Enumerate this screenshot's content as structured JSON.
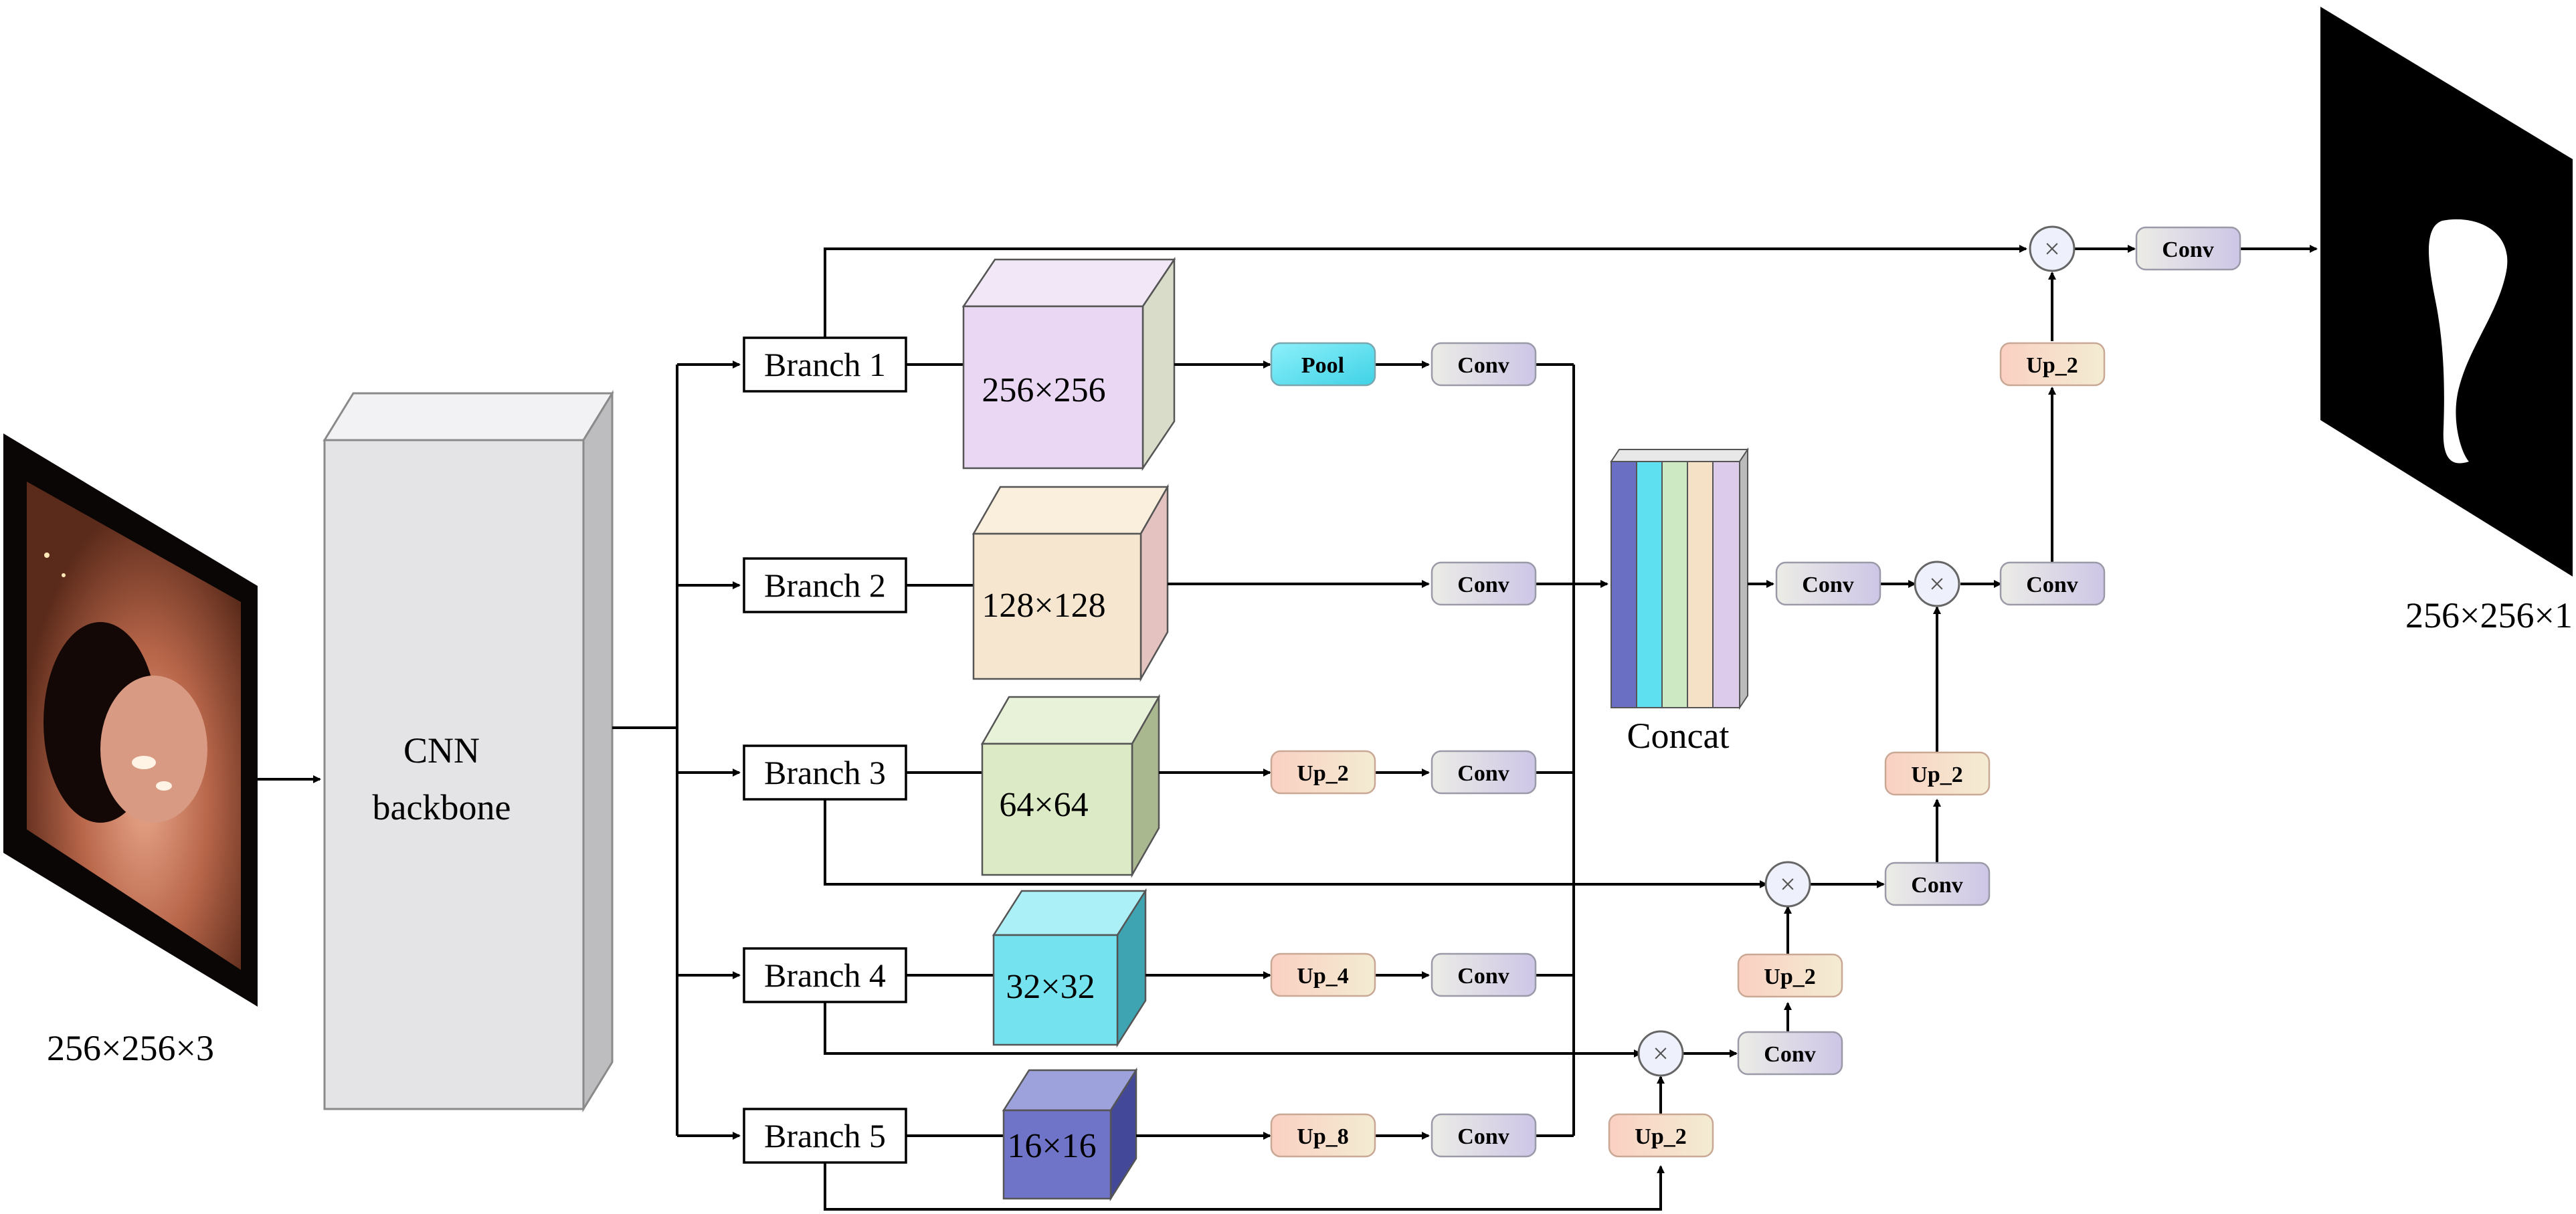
{
  "input": {
    "size_label": "256×256×3"
  },
  "backbone": {
    "label_line1": "CNN",
    "label_line2": "backbone"
  },
  "branches": [
    {
      "label": "Branch 1",
      "feature": "256×256",
      "ops": [
        "Pool",
        "Conv"
      ]
    },
    {
      "label": "Branch 2",
      "feature": "128×128",
      "ops": [
        "Conv"
      ]
    },
    {
      "label": "Branch 3",
      "feature": "64×64",
      "ops": [
        "Up_2",
        "Conv"
      ]
    },
    {
      "label": "Branch 4",
      "feature": "32×32",
      "ops": [
        "Up_4",
        "Conv"
      ]
    },
    {
      "label": "Branch 5",
      "feature": "16×16",
      "ops": [
        "Up_8",
        "Conv"
      ]
    }
  ],
  "concat": {
    "label": "Concat"
  },
  "decoder": {
    "up_stage5": "Up_2",
    "conv_stage4": "Conv",
    "up_stage4": "Up_2",
    "conv_stage3": "Conv",
    "up_stage3": "Up_2",
    "conv_concat": "Conv",
    "conv_stage2": "Conv",
    "up_stage2": "Up_2",
    "conv_final": "Conv",
    "multiply_symbol": "×"
  },
  "output": {
    "size_label": "256×256×1"
  },
  "colors": {
    "pool": "#5fe0f0",
    "conv": "#dcdce8",
    "up": "#f7d6c8",
    "cube_256": "#e9d7f3",
    "cube_128": "#f6e6cf",
    "cube_64": "#dcebc6",
    "cube_32": "#74e3ef",
    "cube_16": "#6f74c9",
    "backbone": "#e4e4e6",
    "concat_stripes": [
      "#6b6fc4",
      "#5fe0f0",
      "#cde9c3",
      "#f5e2c6",
      "#dccbeb"
    ]
  }
}
